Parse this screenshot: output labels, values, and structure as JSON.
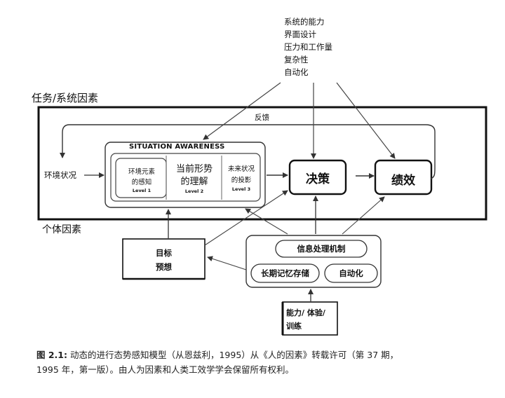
{
  "factors": {
    "items": [
      "系统的能力",
      "界面设计",
      "压力和工作量",
      "复杂性",
      "自动化"
    ]
  },
  "task_system_label": "任务/系统因素",
  "individual_label": "个体因素",
  "feedback_label": "反馈",
  "environment_label": "环境状况",
  "sa": {
    "title": "SITUATION AWARENESS",
    "level1_line1": "环境元素",
    "level1_line2": "的感知",
    "level1_sub": "Level 1",
    "level2_line1": "当前形势",
    "level2_line2": "的理解",
    "level2_sub": "Level 2",
    "level3_line1": "未来状况",
    "level3_line2": "的投影",
    "level3_sub": "Level 3"
  },
  "decision_label": "决策",
  "performance_label": "绩效",
  "goals": {
    "line1": "目标",
    "line2": "预想"
  },
  "info": {
    "mechanism": "信息处理机制",
    "memory": "长期记忆存储",
    "automation": "自动化"
  },
  "ability": {
    "line1": "能力/ 体验/",
    "line2": "训练"
  },
  "caption": {
    "figure": "图 2.1:",
    "text_line1": " 动态的进行态势感知模型（从恩兹利，1995）从《人的因素》转载许可（第 37 期，",
    "text_line2": "1995 年，第一版）。由人为因素和人类工效学学会保留所有权利。"
  }
}
